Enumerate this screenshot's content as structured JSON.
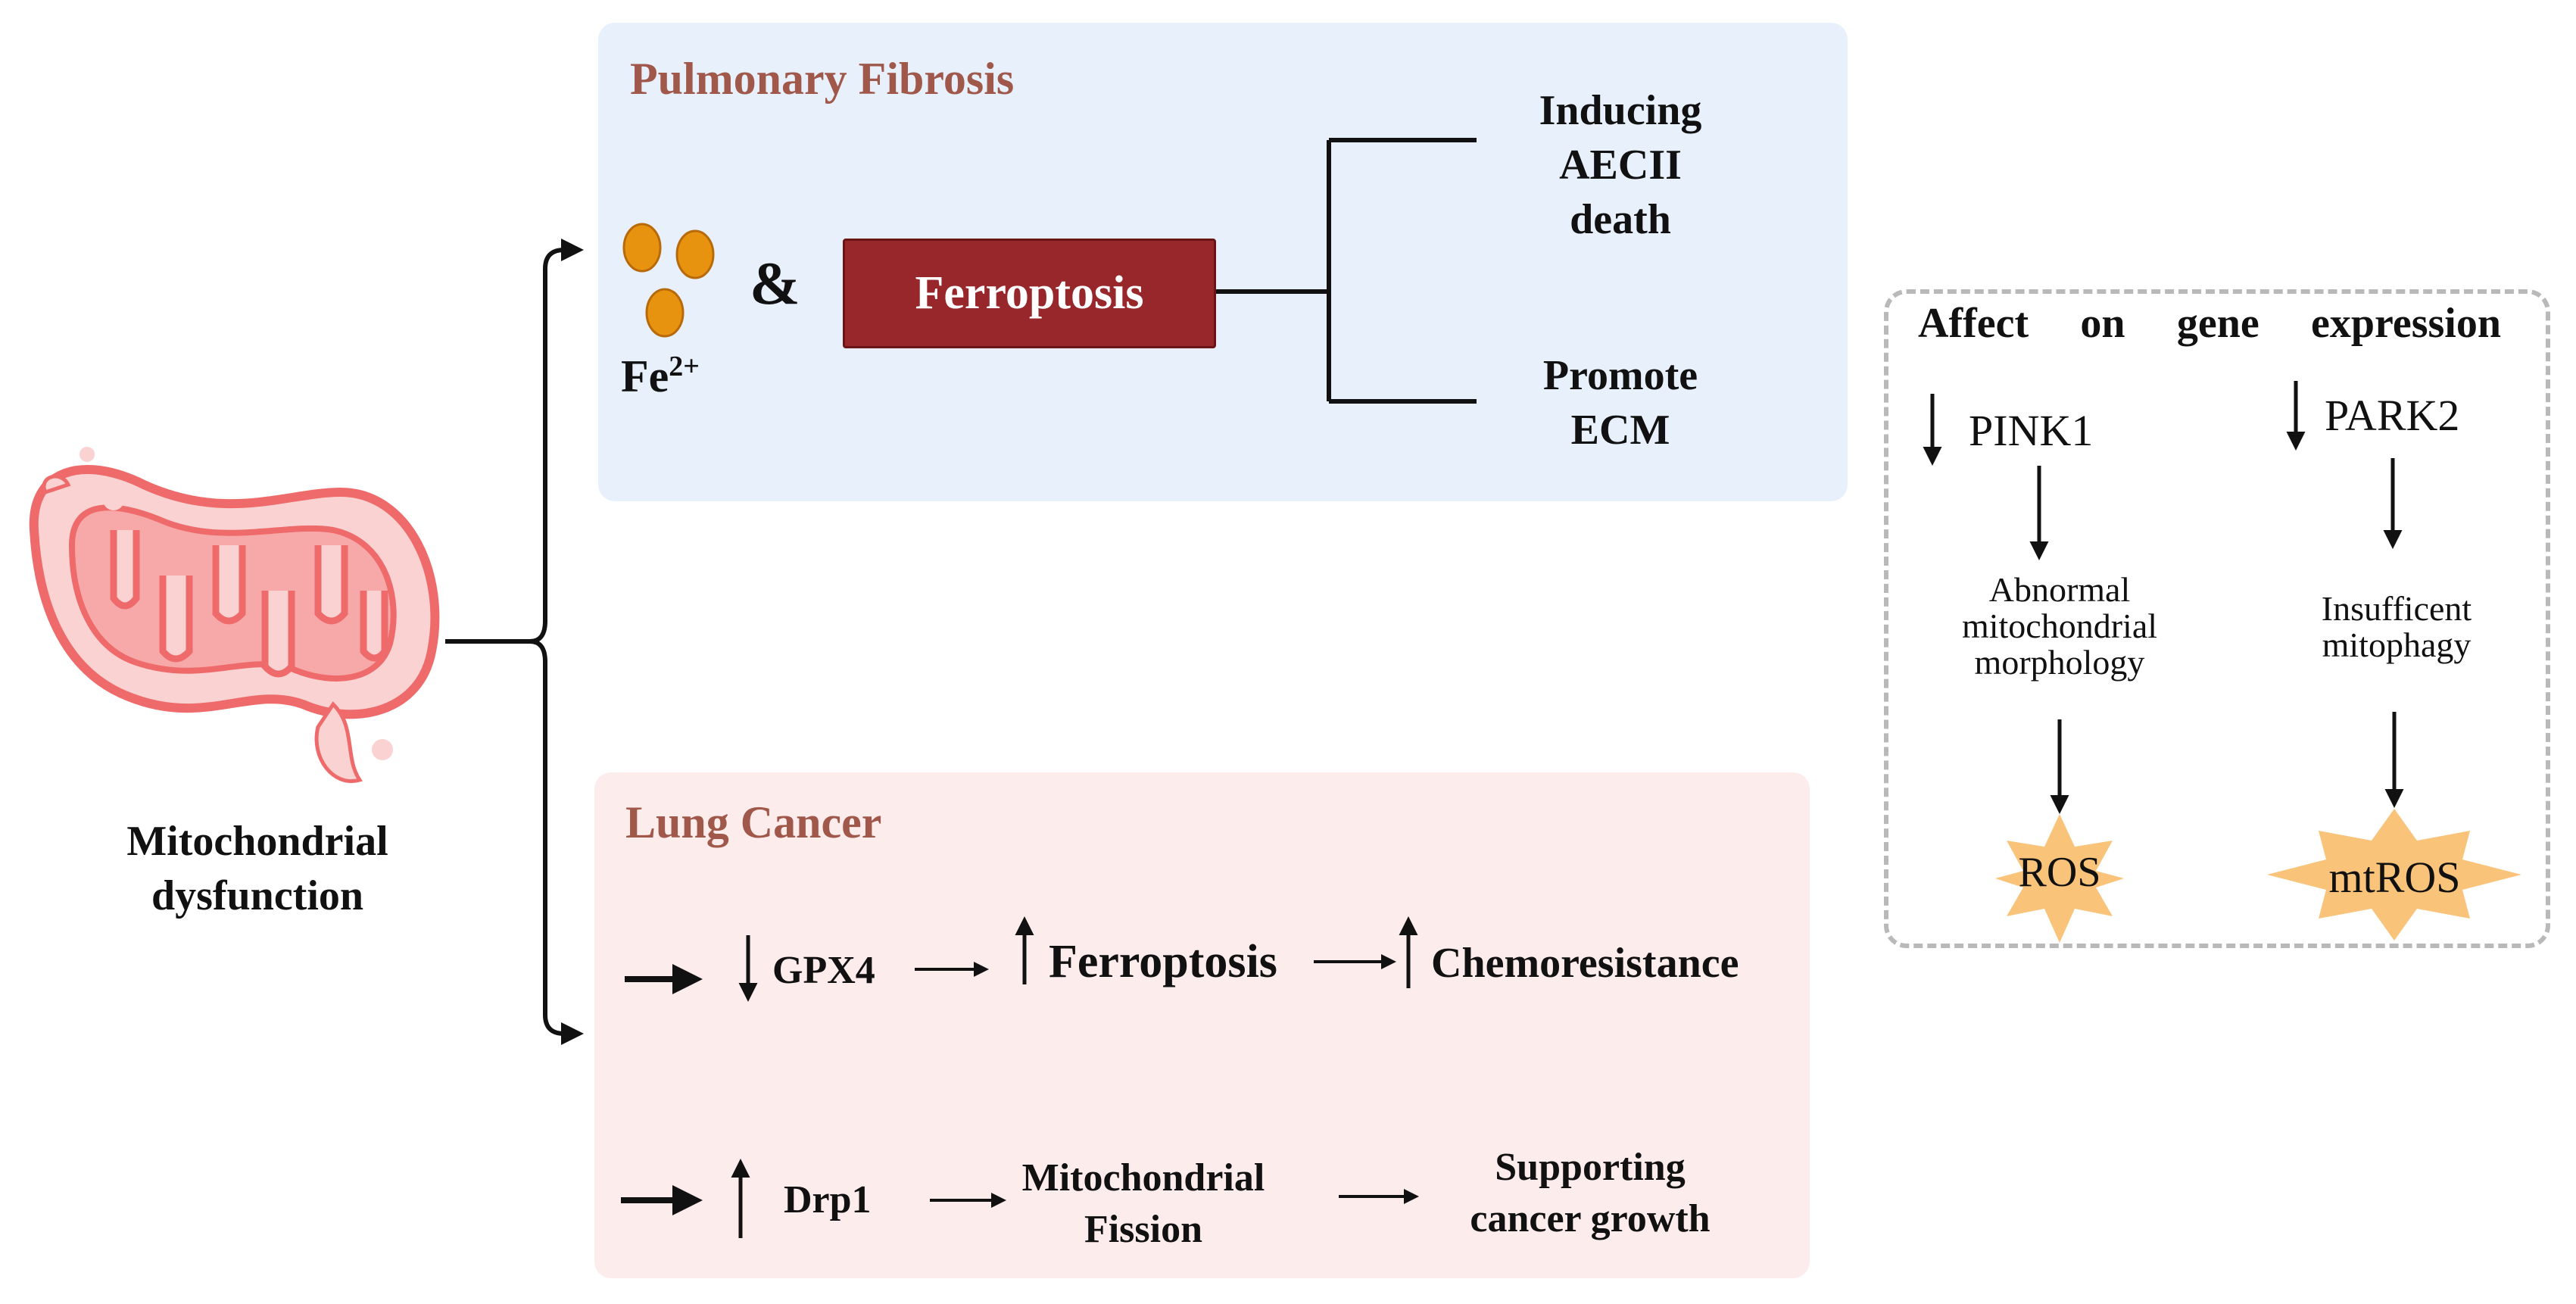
{
  "mito": {
    "label_line1": "Mitochondrial",
    "label_line2": "dysfunction"
  },
  "pulmonary": {
    "title": "Pulmonary Fibrosis",
    "fe_base": "Fe",
    "fe_sup": "2+",
    "ampersand": "&",
    "ferroptosis": "Ferroptosis",
    "outcome1": [
      "Inducing",
      "AECII",
      "death"
    ],
    "outcome2": [
      "Promote",
      "ECM"
    ]
  },
  "lung_cancer": {
    "title": "Lung Cancer",
    "row1": {
      "a": "GPX4",
      "b": "Ferroptosis",
      "c": "Chemoresistance"
    },
    "row2": {
      "a": "Drp1",
      "b": [
        "Mitochondrial",
        "Fission"
      ],
      "c": [
        "Supporting",
        "cancer growth"
      ]
    }
  },
  "gene_expression": {
    "title": "Affect on gene expression",
    "left": {
      "gene": "PINK1",
      "effect": [
        "Abnormal",
        "mitochondrial",
        "morphology"
      ],
      "result": "ROS"
    },
    "right": {
      "gene": "PARK2",
      "effect": [
        "Insufficent",
        "mitophagy"
      ],
      "result": "mtROS"
    }
  },
  "colors": {
    "pf_panel": "#e8f1fb",
    "lc_panel": "#fdecec",
    "title": "#a0584a",
    "ferroptosis_box": "#97272a",
    "iron": "#e8930f",
    "ros_burst": "#f9c37a",
    "mito": "#ef6b6b"
  }
}
